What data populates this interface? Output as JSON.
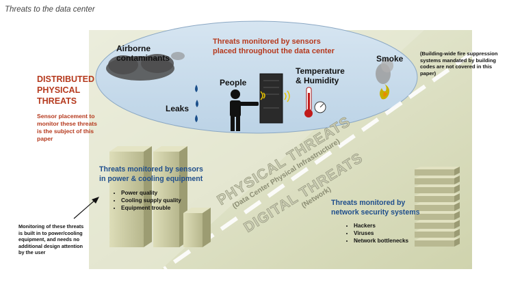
{
  "caption": "Threats to the data center",
  "sensors_heading": [
    "Threats monitored by sensors",
    "placed throughout the data center"
  ],
  "airborne": [
    "Airborne",
    "contaminants"
  ],
  "leaks": "Leaks",
  "people": "People",
  "temperature": [
    "Temperature",
    "& Humidity"
  ],
  "smoke": "Smoke",
  "fire_note": [
    "(Building-wide fire suppression",
    "systems mandated by building",
    "codes are not covered in this",
    "paper)"
  ],
  "distributed": [
    "DISTRIBUTED",
    "PHYSICAL",
    "THREATS"
  ],
  "distributed_note": [
    "Sensor placement to",
    "monitor these threats",
    "is the subject of this",
    "paper"
  ],
  "power_heading": [
    "Threats monitored by sensors",
    "in power & cooling equipment"
  ],
  "power_items": [
    "Power quality",
    "Cooling supply quality",
    "Equipment trouble"
  ],
  "builtin_note": [
    "Monitoring of these threats",
    "is built in to power/cooling",
    "equipment, and needs no",
    "additional design attention",
    "by the user"
  ],
  "physical_band": "PHYSICAL THREATS",
  "physical_sub": "(Data Center Physical Infrastructure)",
  "digital_band": "DIGITAL THREATS",
  "digital_sub": "(Network)",
  "network_heading": [
    "Threats monitored by",
    "network security systems"
  ],
  "network_items": [
    "Hackers",
    "Viruses",
    "Network bottlenecks"
  ],
  "colors": {
    "panel": "#d9dcc0",
    "ellipse": "#c5d9ea",
    "red_text": "#b5391d",
    "blue_text": "#1f4e8c"
  }
}
